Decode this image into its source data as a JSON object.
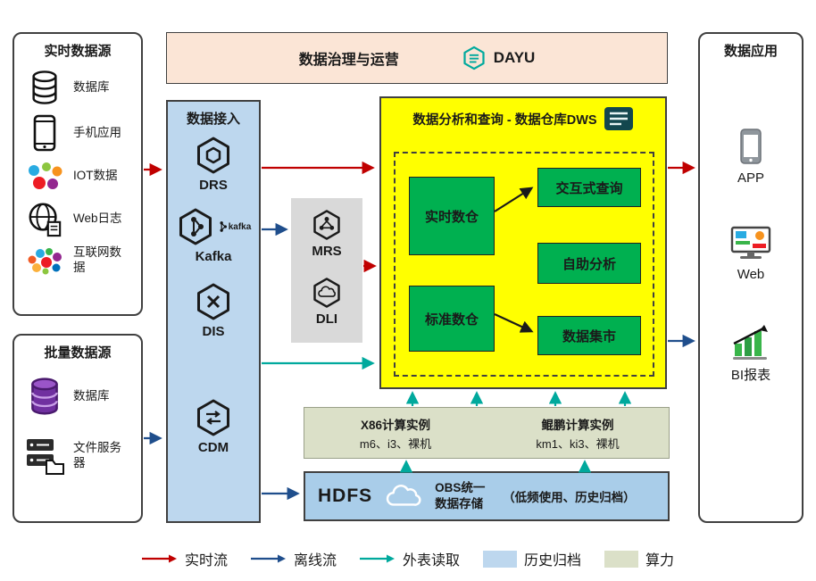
{
  "colors": {
    "realtime_flow": "#c00000",
    "offline_flow": "#1f4e8c",
    "external_read": "#00a99d",
    "history_archive": "#bdd7ee",
    "compute_power": "#dbe0c8",
    "dws_bg": "#ffff00",
    "green_box": "#00b050",
    "access_bg": "#bdd7ee",
    "banner_bg": "#fbe5d6",
    "hdfs_bg": "#a9cde9",
    "gray_box": "#d9d9d9"
  },
  "banner": {
    "title": "数据治理与运营",
    "logo": "DAYU"
  },
  "realtime_sources": {
    "title": "实时数据源",
    "items": [
      {
        "label": "数据库",
        "icon": "database-icon"
      },
      {
        "label": "手机应用",
        "icon": "mobile-icon"
      },
      {
        "label": "IOT数据",
        "icon": "iot-icon"
      },
      {
        "label": "Web日志",
        "icon": "globe-icon"
      },
      {
        "label": "互联网数据",
        "icon": "wordcloud-icon"
      }
    ]
  },
  "batch_sources": {
    "title": "批量数据源",
    "items": [
      {
        "label": "数据库",
        "icon": "database-purple-icon"
      },
      {
        "label": "文件服务器",
        "icon": "file-server-icon"
      }
    ]
  },
  "data_access": {
    "title": "数据接入",
    "items": [
      {
        "label": "DRS"
      },
      {
        "label": "Kafka",
        "badge": "kafka"
      },
      {
        "label": "DIS"
      },
      {
        "label": "CDM"
      }
    ]
  },
  "middle_services": {
    "items": [
      {
        "label": "MRS"
      },
      {
        "label": "DLI"
      }
    ]
  },
  "dws": {
    "title": "数据分析和查询 - 数据仓库DWS",
    "warehouses": [
      {
        "label": "实时数仓"
      },
      {
        "label": "标准数仓"
      }
    ],
    "services": [
      {
        "label": "交互式查询"
      },
      {
        "label": "自助分析"
      },
      {
        "label": "数据集市"
      }
    ]
  },
  "compute": {
    "x86": {
      "title": "X86计算实例",
      "subtitle": "m6、i3、裸机"
    },
    "kunpeng": {
      "title": "鲲鹏计算实例",
      "subtitle": "km1、ki3、裸机"
    }
  },
  "storage": {
    "hdfs": "HDFS",
    "obs_title": "OBS统一数据存储",
    "obs_note": "（低频使用、历史归档）"
  },
  "applications": {
    "title": "数据应用",
    "items": [
      {
        "label": "APP",
        "icon": "phone-icon"
      },
      {
        "label": "Web",
        "icon": "monitor-icon"
      },
      {
        "label": "BI报表",
        "icon": "bi-chart-icon"
      }
    ]
  },
  "legend": {
    "items": [
      {
        "label": "实时流",
        "type": "arrow",
        "color": "#c00000"
      },
      {
        "label": "离线流",
        "type": "arrow",
        "color": "#1f4e8c"
      },
      {
        "label": "外表读取",
        "type": "arrow",
        "color": "#00a99d"
      },
      {
        "label": "历史归档",
        "type": "swatch",
        "color": "#bdd7ee"
      },
      {
        "label": "算力",
        "type": "swatch",
        "color": "#dbe0c8"
      }
    ]
  }
}
